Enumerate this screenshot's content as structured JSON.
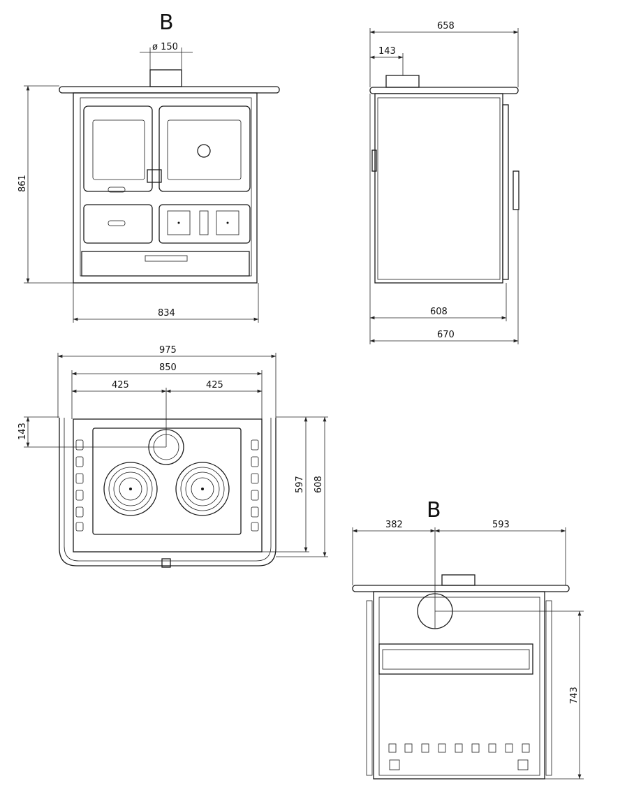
{
  "front_view": {
    "label": "B",
    "flue_diameter": "ø 150",
    "height": "861",
    "width": "834"
  },
  "side_view": {
    "depth_total": "658",
    "flue_offset": "143",
    "body_depth": "608",
    "depth_with_rail": "670"
  },
  "top_view": {
    "width_rail": "975",
    "width_body": "850",
    "half_left": "425",
    "half_right": "425",
    "flue_offset": "143",
    "depth_body": "597",
    "depth_rail": "608"
  },
  "back_view": {
    "label": "B",
    "left_offset": "382",
    "right_offset": "593",
    "flue_height": "743"
  }
}
